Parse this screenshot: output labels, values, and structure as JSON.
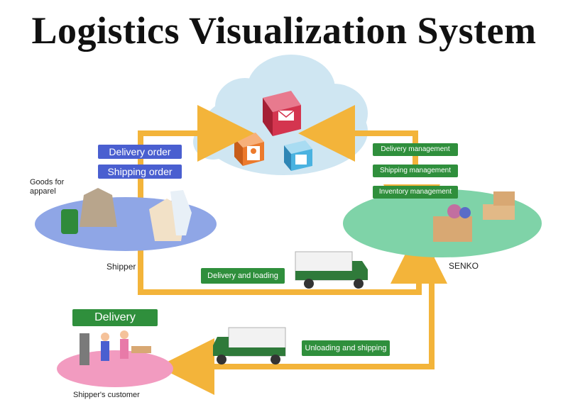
{
  "title": "Logistics Visualization System",
  "shipper": {
    "goods_label_line1": "Goods for",
    "goods_label_line2": "apparel",
    "label": "Shipper",
    "tags": [
      "Delivery order",
      "Shipping order"
    ]
  },
  "warehouse": {
    "label": "SENKO",
    "tags": [
      "Delivery management",
      "Shipping management",
      "Inventory management"
    ]
  },
  "transport": {
    "delivery_loading": "Delivery and loading",
    "unloading_shipping": "Unloading and shipping"
  },
  "customer": {
    "delivery_tag": "Delivery",
    "label": "Shipper's customer"
  },
  "colors": {
    "arrow": "#f3b43a",
    "blue_tag": "#4a5fd0",
    "green_tag": "#2f8f3c",
    "shipper_platform": "#8fa6e6",
    "warehouse_platform": "#7fd3a8",
    "customer_platform": "#f29bc0",
    "cloud": "#cfe6f2"
  },
  "icons": [
    "cloud-icon",
    "mail-box-icon",
    "person-document-icon",
    "document-icon",
    "truck-icon",
    "clothing-icon",
    "boxes-icon",
    "shop-customer-icon"
  ]
}
